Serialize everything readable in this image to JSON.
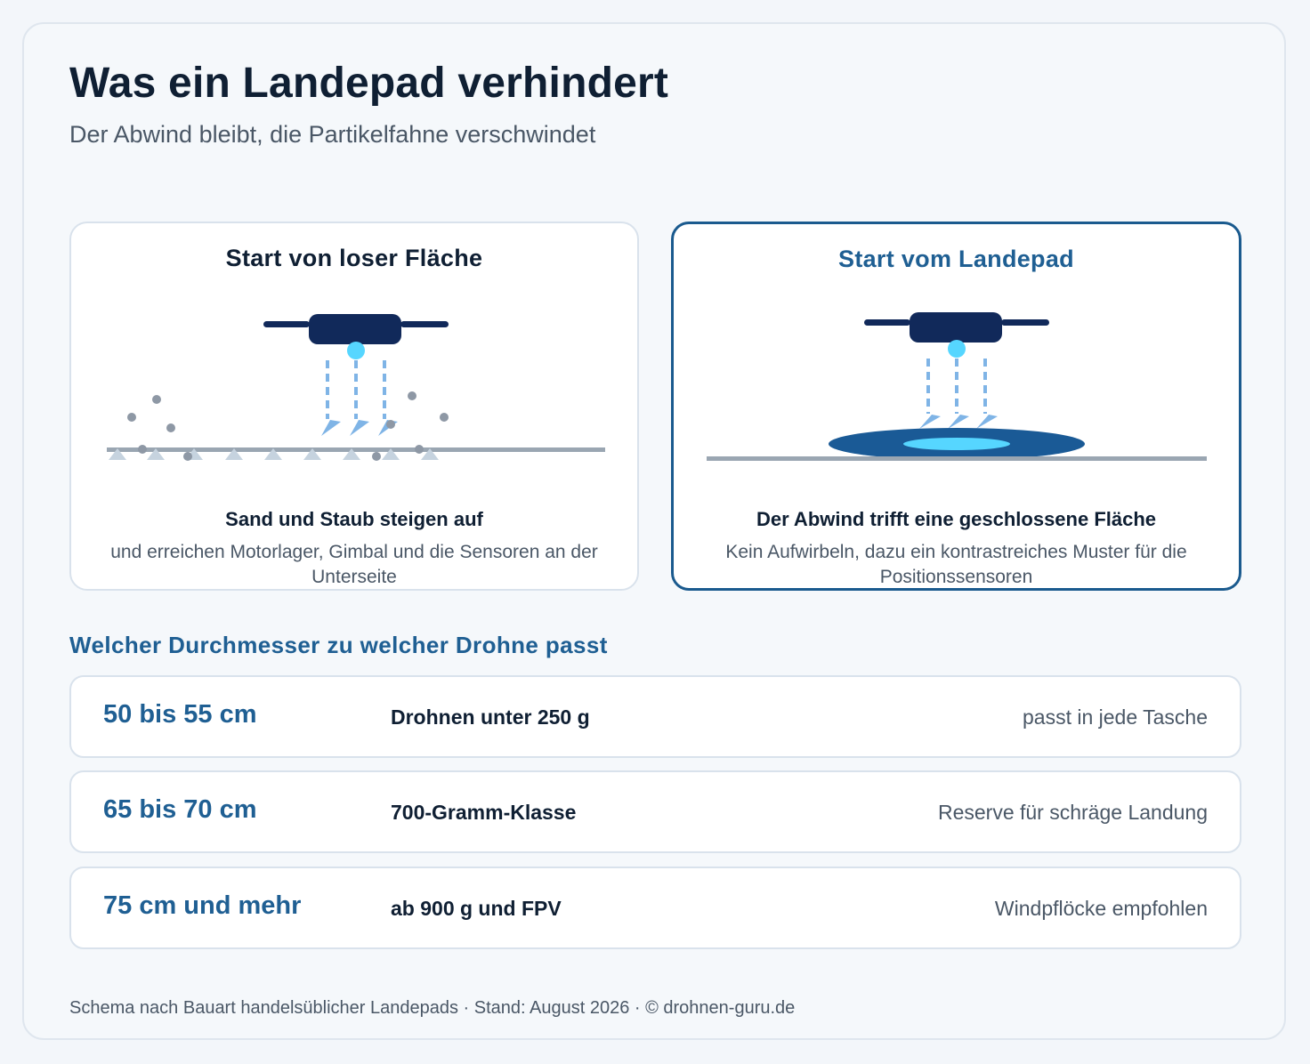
{
  "header": {
    "title": "Was ein Landepad verhindert",
    "subtitle": "Der Abwind bleibt, die Partikelfahne verschwindet"
  },
  "panels": [
    {
      "title": "Start von loser Fläche",
      "caption": "Sand und Staub steigen auf",
      "description": "und erreichen Motorlager, Gimbal und die Sensoren an der Unterseite"
    },
    {
      "title": "Start vom Landepad",
      "caption": "Der Abwind trifft eine geschlossene Fläche",
      "description": "Kein Aufwirbeln, dazu ein kontrastreiches Muster für die Positionssensoren"
    }
  ],
  "sizes": {
    "heading": "Welcher Durchmesser zu welcher Drohne passt",
    "rows": [
      {
        "range": "50 bis 55 cm",
        "drone": "Drohnen unter 250 g",
        "note": "passt in jede Tasche"
      },
      {
        "range": "65 bis 70 cm",
        "drone": "700-Gramm-Klasse",
        "note": "Reserve für schräge Landung"
      },
      {
        "range": "75 cm und mehr",
        "drone": "ab 900 g und FPV",
        "note": "Windpflöcke empfohlen"
      }
    ]
  },
  "footer": "Schema nach Bauart handelsüblicher Landepads · Stand: August 2026 · © drohnen-guru.de",
  "colors": {
    "navy": "#11295a",
    "accent_blue": "#1f5f93",
    "downwash": "#7fb4e6",
    "sensor": "#56d6ff",
    "pad": "#1a5a96",
    "ground": "#9aa6b2",
    "particle": "#8e98a5"
  }
}
